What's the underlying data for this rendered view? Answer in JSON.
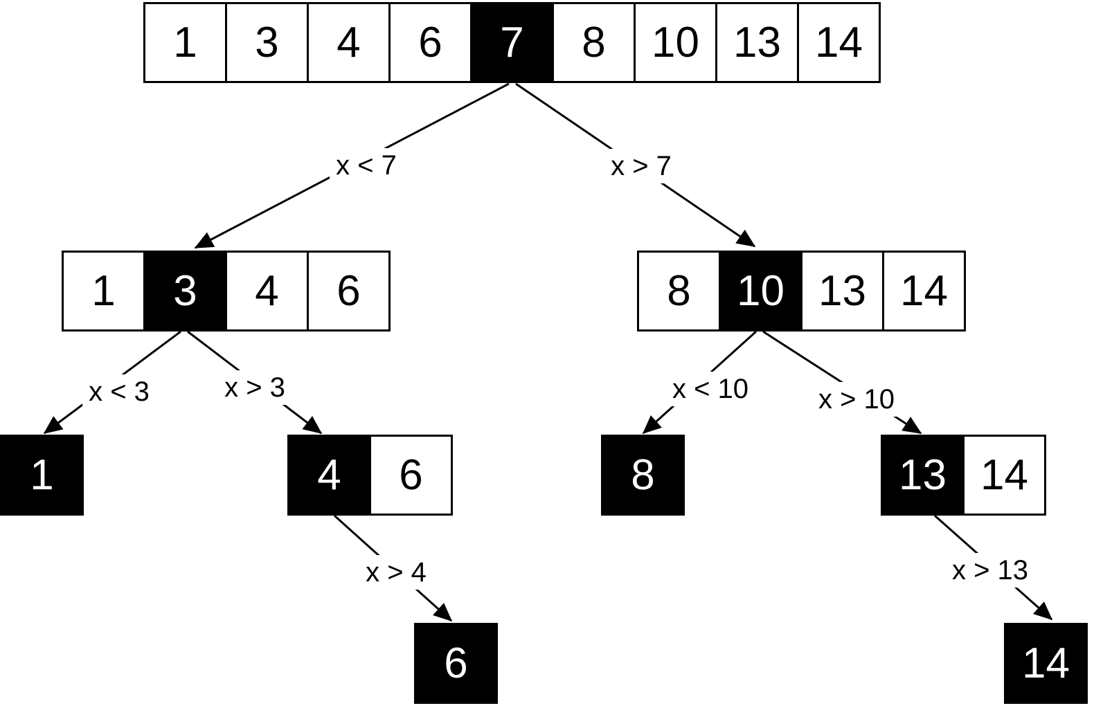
{
  "diagram_title": "",
  "colors": {
    "highlight_bg": "#000000",
    "highlight_text": "#ffffff",
    "cell_bg": "#ffffff",
    "cell_text": "#000000",
    "line": "#000000"
  },
  "nodes": {
    "root": {
      "cells": [
        "1",
        "3",
        "4",
        "6",
        "7",
        "8",
        "10",
        "13",
        "14"
      ],
      "highlighted": "7"
    },
    "left": {
      "cells": [
        "1",
        "3",
        "4",
        "6"
      ],
      "highlighted": "3"
    },
    "right": {
      "cells": [
        "8",
        "10",
        "13",
        "14"
      ],
      "highlighted": "10"
    },
    "left_left": {
      "cells": [
        "1"
      ],
      "highlighted": "1"
    },
    "left_right": {
      "cells": [
        "4",
        "6"
      ],
      "highlighted": "4"
    },
    "right_left": {
      "cells": [
        "8"
      ],
      "highlighted": "8"
    },
    "right_right": {
      "cells": [
        "13",
        "14"
      ],
      "highlighted": "13"
    },
    "left_right_down": {
      "cells": [
        "6"
      ],
      "highlighted": "6"
    },
    "right_right_down": {
      "cells": [
        "14"
      ],
      "highlighted": "14"
    }
  },
  "edges": {
    "root_left": "x < 7",
    "root_right": "x > 7",
    "left_left": "x < 3",
    "left_right": "x > 3",
    "right_left": "x < 10",
    "right_right": "x > 10",
    "left_right_down": "x > 4",
    "right_right_down": "x > 13"
  }
}
